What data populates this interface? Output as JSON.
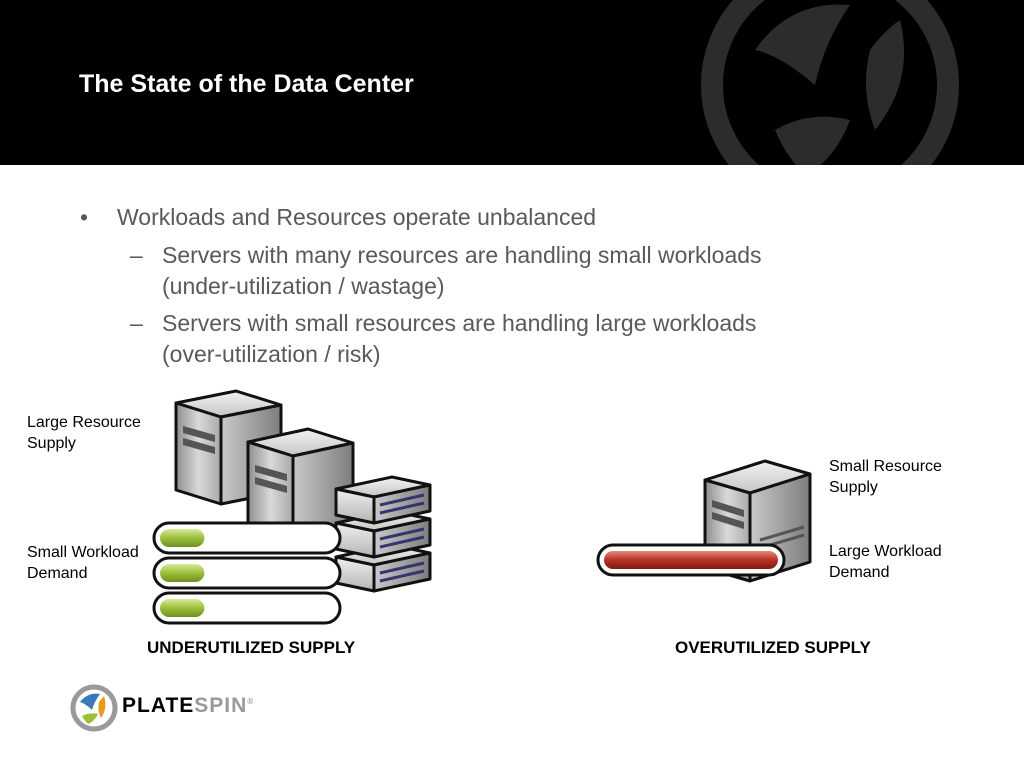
{
  "slide": {
    "title": "The State of the Data Center"
  },
  "bullets": {
    "level1": {
      "marker": "•",
      "text": "Workloads and Resources operate unbalanced"
    },
    "level2": [
      {
        "marker": "–",
        "line1": "Servers with many resources are handling small workloads",
        "line2": "(under-utilization / wastage)"
      },
      {
        "marker": "–",
        "line1": "Servers with small resources are handling large workloads",
        "line2": "(over-utilization / risk)"
      }
    ]
  },
  "diagram": {
    "left": {
      "supply_label_line1": "Large Resource",
      "supply_label_line2": "Supply",
      "demand_label_line1": "Small Workload",
      "demand_label_line2": "Demand",
      "caption": "UNDERUTILIZED SUPPLY",
      "workload_fill": 0.3,
      "workload_color": "#9bbf3a"
    },
    "right": {
      "supply_label_line1": "Small Resource",
      "supply_label_line2": "Supply",
      "demand_label_line1": "Large Workload",
      "demand_label_line2": "Demand",
      "caption": "OVERUTILIZED SUPPLY",
      "workload_fill": 1.0,
      "workload_color": "#b73224"
    }
  },
  "footer": {
    "brand_plate": "PLATE",
    "brand_spin": "SPIN",
    "brand_mark": "®",
    "logo_icon": "platespin-logo-icon"
  },
  "colors": {
    "header_bg": "#000000",
    "title_text": "#ffffff",
    "body_text": "#595959"
  }
}
